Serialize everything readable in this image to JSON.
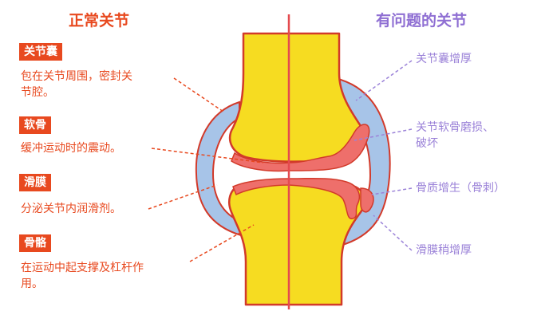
{
  "headings": {
    "normal": "正常关节",
    "problem": "有问题的关节"
  },
  "left_labels": [
    {
      "tag": "关节囊",
      "lines": [
        "包在关节周围，密封关",
        "节腔。"
      ]
    },
    {
      "tag": "软骨",
      "lines": [
        "缓冲运动时的震动。"
      ]
    },
    {
      "tag": "滑膜",
      "lines": [
        "分泌关节内润滑剂。"
      ]
    },
    {
      "tag": "骨骼",
      "lines": [
        "在运动中起支撑及杠杆作",
        "用。"
      ]
    }
  ],
  "right_labels": [
    {
      "lines": [
        "关节囊增厚"
      ]
    },
    {
      "lines": [
        "关节软骨磨损、",
        "破坏"
      ]
    },
    {
      "lines": [
        "骨质增生（骨刺）"
      ]
    },
    {
      "lines": [
        "滑膜稍增厚"
      ]
    }
  ],
  "colors": {
    "normal_label": "#e8491f",
    "problem_label": "#9b82d8",
    "bone": "#f6dc21",
    "cartilage": "#ee6f6b",
    "capsule": "#a7c4e8",
    "outline": "#d23a2a",
    "divider": "#e44a4f"
  }
}
